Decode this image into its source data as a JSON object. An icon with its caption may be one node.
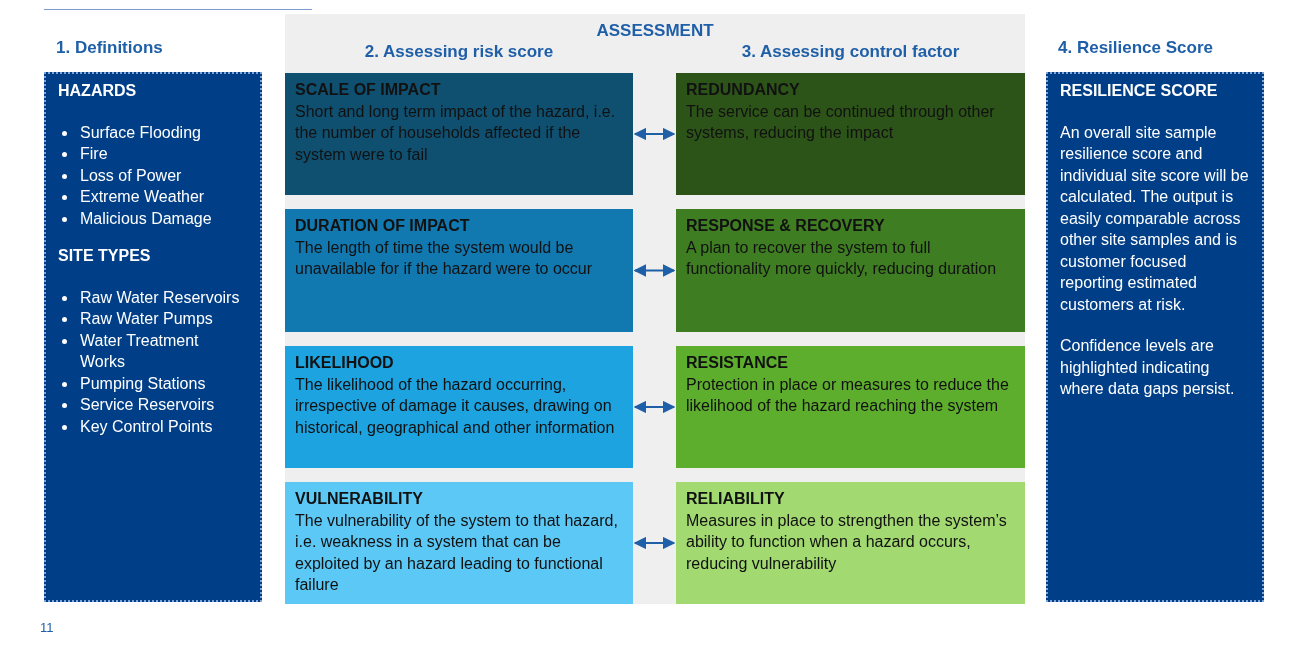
{
  "diagram": {
    "nodes": [
      {
        "text": [
          "1. Definitions",
          "HAZARDS",
          "Surface Flooding",
          "Fire",
          "Loss of Power",
          "Extreme Weather",
          "Malicious Damage",
          "SITE TYPES",
          "Raw Water Reservoirs",
          "Raw Water Pumps",
          "Water Treatment Works",
          "Pumping Stations",
          "Service Reservoirs",
          "Key Control Points"
        ]
      },
      {
        "text": [
          "ASSESSMENT"
        ]
      },
      {
        "text": [
          "SCALE OF IMPACT",
          "Short and long term impact of the hazard, i.e. the number of households affected if the system were to fail"
        ],
        "in": 1
      },
      {
        "text": [
          "REDUNDANCY",
          "The service can be continued through other systems, reducing the impact"
        ],
        "in": 1
      },
      {
        "text": [
          "DURATION OF IMPACT",
          "The length of time the system would be unavailable for if the hazard were to occur"
        ],
        "in": 1
      },
      {
        "text": [
          "RESPONSE & RECOVERY",
          "A plan to recover the system to full functionality more quickly, reducing duration"
        ],
        "in": 1
      },
      {
        "text": [
          "LIKELIHOOD",
          "The likelihood of the hazard occurring, irrespective of damage it causes, drawing on historical, geographical and other information"
        ],
        "in": 1
      },
      {
        "text": [
          "RESISTANCE",
          "Protection in place or measures to reduce the likelihood of the hazard reaching the system"
        ],
        "in": 1
      },
      {
        "text": [
          "VULNERABILITY",
          "The vulnerability of the system to that hazard, i.e. weakness in a system that can be exploited by an hazard leading to functional failure"
        ],
        "in": 1
      },
      {
        "text": [
          "RELIABILITY",
          "Measures in place to strengthen the system’s ability to function when a hazard occurs, reducing vulnerability"
        ],
        "in": 1
      },
      {
        "text": [
          "4. Resilience Score",
          "RESILIENCE SCORE",
          "An overall site sample resilience score and individual site score will be calculated. The output is easily comparable across other site samples and is customer focused reporting estimated customers at risk.",
          "Confidence levels are highlighted indicating where data gaps persist."
        ]
      }
    ],
    "edges": [
      {
        "from": 2,
        "to": 3,
        "arrow": "both"
      },
      {
        "from": 4,
        "to": 5,
        "arrow": "both"
      },
      {
        "from": 6,
        "to": 7,
        "arrow": "both"
      },
      {
        "from": 8,
        "to": 9,
        "arrow": "both"
      }
    ],
    "labels": [
      "2. Assessing risk score",
      "3. Assessing control factor",
      "11"
    ]
  }
}
